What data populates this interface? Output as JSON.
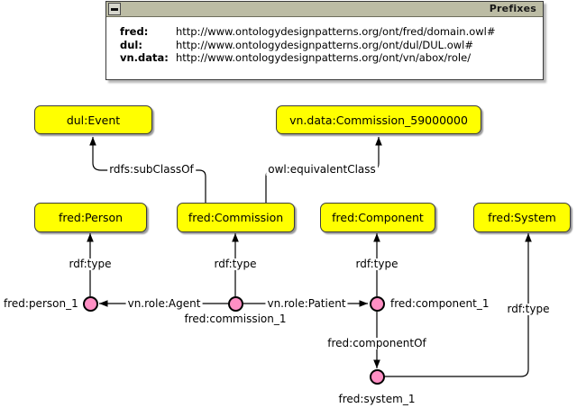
{
  "panel": {
    "title": "Prefixes",
    "minimize_icon": "minimize-icon",
    "prefixes": [
      {
        "key": "fred:",
        "uri": "http://www.ontologydesignpatterns.org/ont/fred/domain.owl#"
      },
      {
        "key": "dul:",
        "uri": "http://www.ontologydesignpatterns.org/ont/dul/DUL.owl#"
      },
      {
        "key": "vn.data:",
        "uri": "http://www.ontologydesignpatterns.org/ont/vn/abox/role/"
      }
    ]
  },
  "colors": {
    "class_fill": "#ffff00",
    "instance_fill": "#ff8fc4",
    "titlebar": "#bcbca4",
    "stroke": "#000000"
  },
  "graph": {
    "class_nodes": [
      {
        "id": "dul-event",
        "label": "dul:Event"
      },
      {
        "id": "vn-commission",
        "label": "vn.data:Commission_59000000"
      },
      {
        "id": "fred-person",
        "label": "fred:Person"
      },
      {
        "id": "fred-commission",
        "label": "fred:Commission"
      },
      {
        "id": "fred-component",
        "label": "fred:Component"
      },
      {
        "id": "fred-system",
        "label": "fred:System"
      }
    ],
    "instance_nodes": [
      {
        "id": "person-1",
        "label": "fred:person_1"
      },
      {
        "id": "commission-1",
        "label": "fred:commission_1"
      },
      {
        "id": "component-1",
        "label": "fred:component_1"
      },
      {
        "id": "system-1",
        "label": "fred:system_1"
      }
    ],
    "edges": [
      {
        "id": "subclassof",
        "label": "rdfs:subClassOf",
        "from": "fred-commission",
        "to": "dul-event"
      },
      {
        "id": "equivalentclass",
        "label": "owl:equivalentClass",
        "from": "fred-commission",
        "to": "vn-commission"
      },
      {
        "id": "type-person",
        "label": "rdf:type",
        "from": "person-1",
        "to": "fred-person"
      },
      {
        "id": "type-commission",
        "label": "rdf:type",
        "from": "commission-1",
        "to": "fred-commission"
      },
      {
        "id": "type-component",
        "label": "rdf:type",
        "from": "component-1",
        "to": "fred-component"
      },
      {
        "id": "type-system",
        "label": "rdf:type",
        "from": "system-1",
        "to": "fred-system"
      },
      {
        "id": "agent",
        "label": "vn.role:Agent",
        "from": "commission-1",
        "to": "person-1"
      },
      {
        "id": "patient",
        "label": "vn.role:Patient",
        "from": "commission-1",
        "to": "component-1"
      },
      {
        "id": "componentof",
        "label": "fred:componentOf",
        "from": "component-1",
        "to": "system-1"
      }
    ]
  }
}
